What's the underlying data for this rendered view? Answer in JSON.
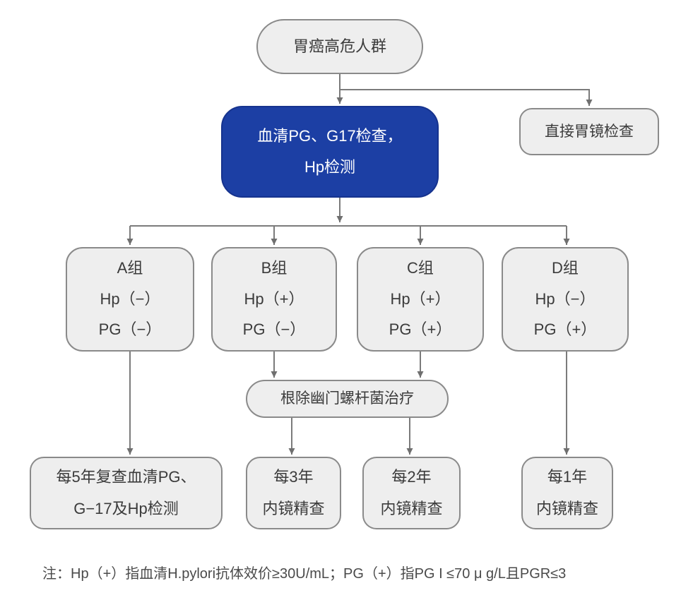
{
  "colors": {
    "accent_blue": "#1c3fa4",
    "node_fill": "#eeeeee",
    "node_border": "#8a8a8a",
    "connector": "#7b7b7b",
    "text": "#3b3b3b"
  },
  "flowchart": {
    "start": {
      "label": "胃癌高危人群"
    },
    "serum_test": {
      "line1": "血清PG、G17检查，",
      "line2": "Hp检测"
    },
    "direct_gastroscopy": {
      "label": "直接胃镜检查"
    },
    "groups": [
      {
        "title": "A组",
        "hp": "Hp（−）",
        "pg": "PG（−）"
      },
      {
        "title": "B组",
        "hp": "Hp（+）",
        "pg": "PG（−）"
      },
      {
        "title": "C组",
        "hp": "Hp（+）",
        "pg": "PG（+）"
      },
      {
        "title": "D组",
        "hp": "Hp（−）",
        "pg": "PG（+）"
      }
    ],
    "eradication": {
      "label": "根除幽门螺杆菌治疗"
    },
    "followups": [
      {
        "line1": "每5年复查血清PG、",
        "line2": "G−17及Hp检测"
      },
      {
        "line1": "每3年",
        "line2": "内镜精查"
      },
      {
        "line1": "每2年",
        "line2": "内镜精查"
      },
      {
        "line1": "每1年",
        "line2": "内镜精查"
      }
    ],
    "note": "注：Hp（+）指血清H.pylori抗体效价≥30U/mL；PG（+）指PG I ≤70 μ g/L且PGR≤3"
  }
}
